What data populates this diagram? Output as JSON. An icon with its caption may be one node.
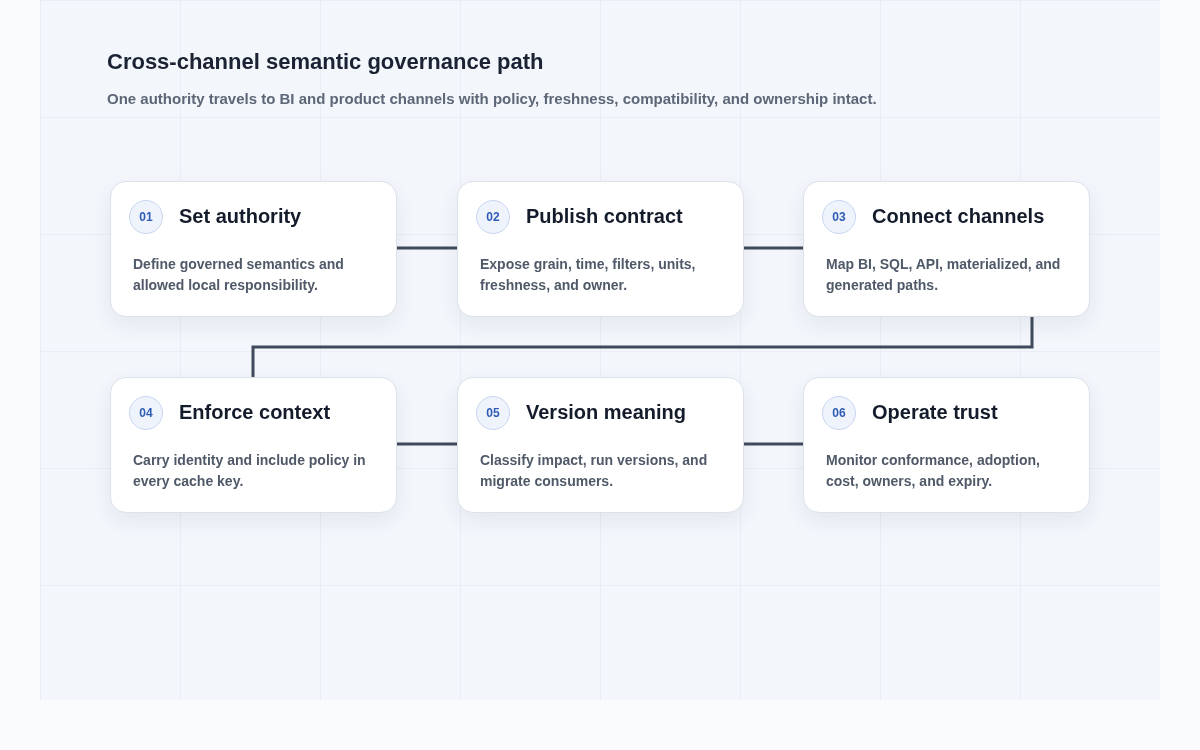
{
  "diagram": {
    "title": "Cross-channel semantic governance path",
    "caption": "One authority travels to BI and product channels with policy, freshness, compatibility, and ownership intact.",
    "nodes": [
      {
        "text": [
          "01",
          "Set authority",
          "Define governed semantics and allowed local responsibility."
        ]
      },
      {
        "text": [
          "02",
          "Publish contract",
          "Expose grain, time, filters, units, freshness, and owner."
        ]
      },
      {
        "text": [
          "03",
          "Connect channels",
          "Map BI, SQL, API, materialized, and generated paths."
        ]
      },
      {
        "text": [
          "04",
          "Enforce context",
          "Carry identity and include policy in every cache key."
        ]
      },
      {
        "text": [
          "05",
          "Version meaning",
          "Classify impact, run versions, and migrate consumers."
        ]
      },
      {
        "text": [
          "06",
          "Operate trust",
          "Monitor conformance, adoption, cost, owners, and expiry."
        ]
      }
    ],
    "edges": [
      {
        "from": 0,
        "to": 1,
        "arrow": "none"
      },
      {
        "from": 1,
        "to": 2,
        "arrow": "none"
      },
      {
        "from": 2,
        "to": 3,
        "arrow": "none"
      },
      {
        "from": 3,
        "to": 4,
        "arrow": "none"
      },
      {
        "from": 4,
        "to": 5,
        "arrow": "none"
      }
    ]
  }
}
